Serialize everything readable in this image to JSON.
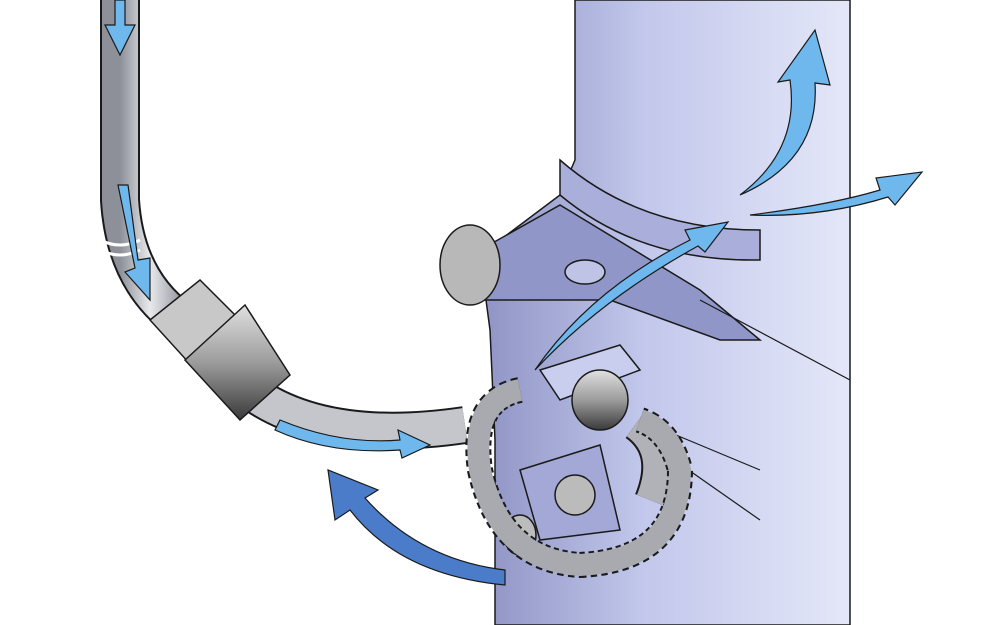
{
  "figure": {
    "type": "technical-illustration",
    "colors": {
      "background": "#ffffff",
      "column_light": "#d9ddf5",
      "column_dark": "#8e93c4",
      "tube": "#b9bcc4",
      "flow_arrow": "#6fb8ee",
      "return_arrow": "#4a7cc9",
      "outline": "#1a1a1a"
    },
    "icons": [
      "flow-arrow",
      "return-arrow",
      "hose",
      "connector-nut",
      "dashed-loop"
    ]
  }
}
